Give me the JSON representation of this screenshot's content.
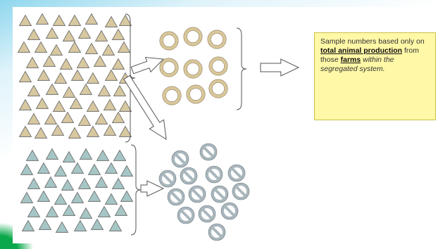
{
  "note": {
    "text_1": "Sample numbers based only on",
    "emph_1": "total animal production",
    "text_2": "from those",
    "emph_2": "farms",
    "text_3": "within the segregated system."
  },
  "colors": {
    "triangle_tan": "#d8c8a0",
    "triangle_teal": "#a6c6c6",
    "ring_tan": "#d9c79a",
    "ring_gray": "#a9b7bd",
    "note_bg": "#fff8a6"
  },
  "icons": {
    "upper_group": "triangle-icon",
    "lower_group": "triangle-icon",
    "upper_result": "ring-icon",
    "lower_result": "prohibited-icon"
  }
}
